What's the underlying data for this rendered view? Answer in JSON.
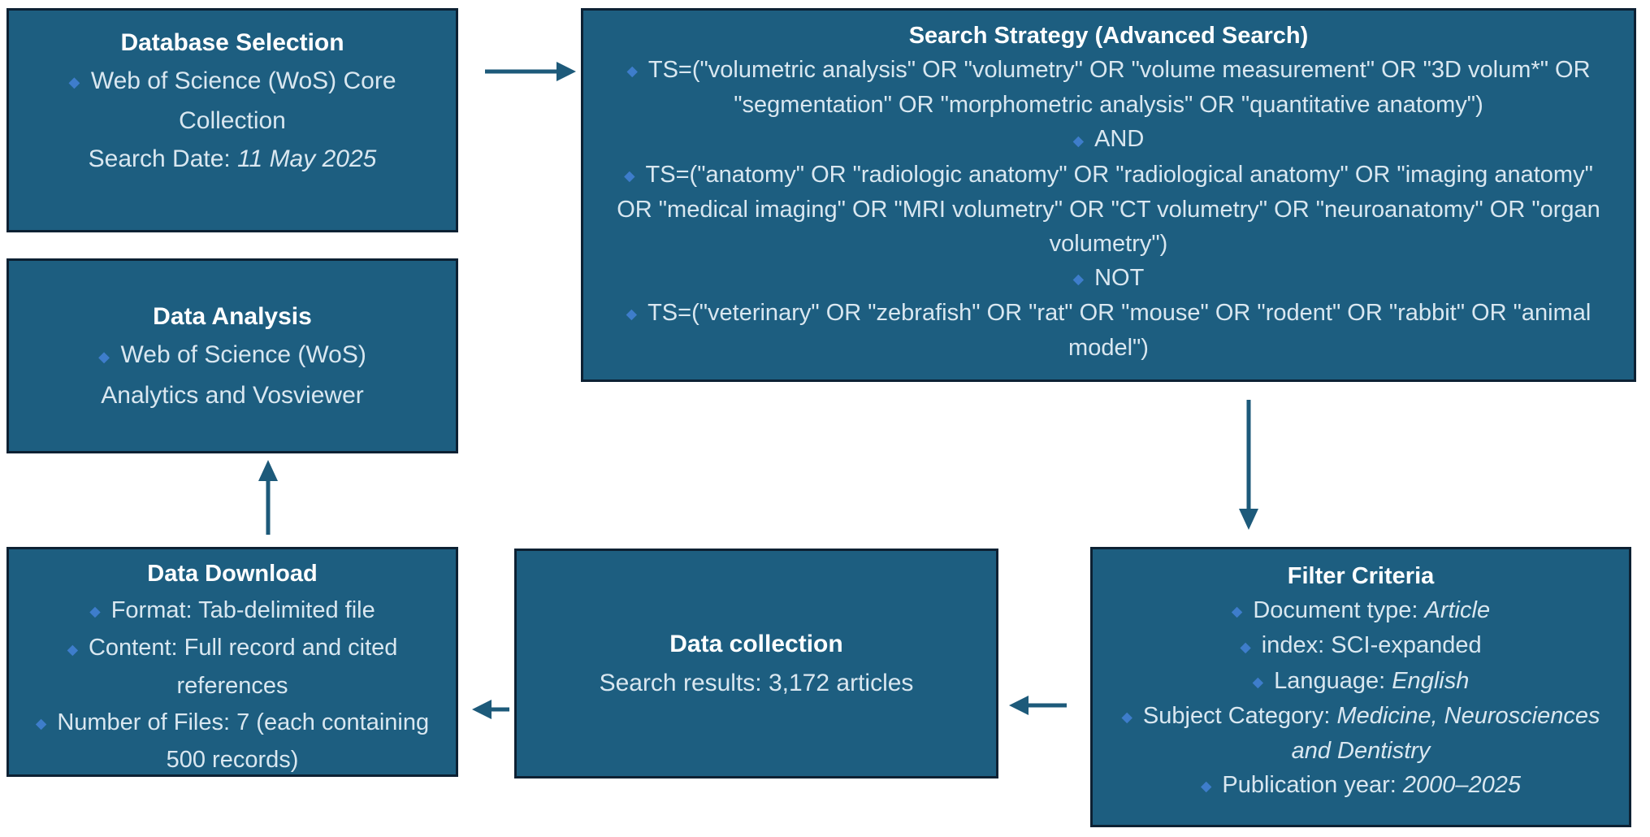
{
  "colors": {
    "box_fill": "#1d5e80",
    "box_border": "#0d2133",
    "title_text": "#ffffff",
    "body_text": "#d9e7f0",
    "bullet_diamond": "#3e7dcb",
    "arrow": "#1d5a7a",
    "background": "#ffffff"
  },
  "icons": {
    "diamond_bullet": "◆"
  },
  "boxes": {
    "database_selection": {
      "title": "Database Selection",
      "bullet_item": "Web of Science (WoS) Core Collection",
      "search_date_label": "Search Date: ",
      "search_date_value": "11 May 2025"
    },
    "search_strategy": {
      "title": "Search Strategy (Advanced Search)",
      "items": [
        "TS=(\"volumetric analysis\" OR \"volumetry\" OR \"volume measurement\" OR \"3D volum*\" OR \"segmentation\" OR \"morphometric analysis\" OR \"quantitative anatomy\")",
        "AND",
        "TS=(\"anatomy\" OR \"radiologic anatomy\" OR \"radiological anatomy\" OR \"imaging anatomy\" OR \"medical imaging\" OR \"MRI volumetry\" OR \"CT volumetry\" OR \"neuroanatomy\" OR \"organ volumetry\")",
        "NOT",
        "TS=(\"veterinary\" OR \"zebrafish\" OR \"rat\" OR \"mouse\" OR \"rodent\" OR \"rabbit\" OR \"animal model\")"
      ]
    },
    "data_analysis": {
      "title": "Data Analysis",
      "line1": "Web of Science (WoS)",
      "line2": "Analytics and Vosviewer"
    },
    "data_download": {
      "title": "Data Download",
      "items": [
        "Format: Tab-delimited file",
        "Content: Full record and cited references",
        "Number of Files: 7 (each containing 500 records)"
      ]
    },
    "data_collection": {
      "title": "Data collection",
      "subtitle": "Search results: 3,172 articles"
    },
    "filter_criteria": {
      "title": "Filter Criteria",
      "items": [
        {
          "label": "Document type: ",
          "value": "Article"
        },
        {
          "label": "index: ",
          "value": "SCI-expanded"
        },
        {
          "label": "Language: ",
          "value": "English"
        },
        {
          "label": "Subject Category: ",
          "value": "Medicine, Neurosciences and Dentistry"
        },
        {
          "label": "Publication year: ",
          "value": "2000–2025"
        }
      ]
    }
  },
  "arrows": [
    {
      "name": "database-selection-to-search-strategy",
      "direction": "right"
    },
    {
      "name": "search-strategy-to-filter-criteria",
      "direction": "down"
    },
    {
      "name": "filter-criteria-to-data-collection",
      "direction": "left"
    },
    {
      "name": "data-collection-to-data-download",
      "direction": "left"
    },
    {
      "name": "data-download-to-data-analysis",
      "direction": "up"
    }
  ]
}
